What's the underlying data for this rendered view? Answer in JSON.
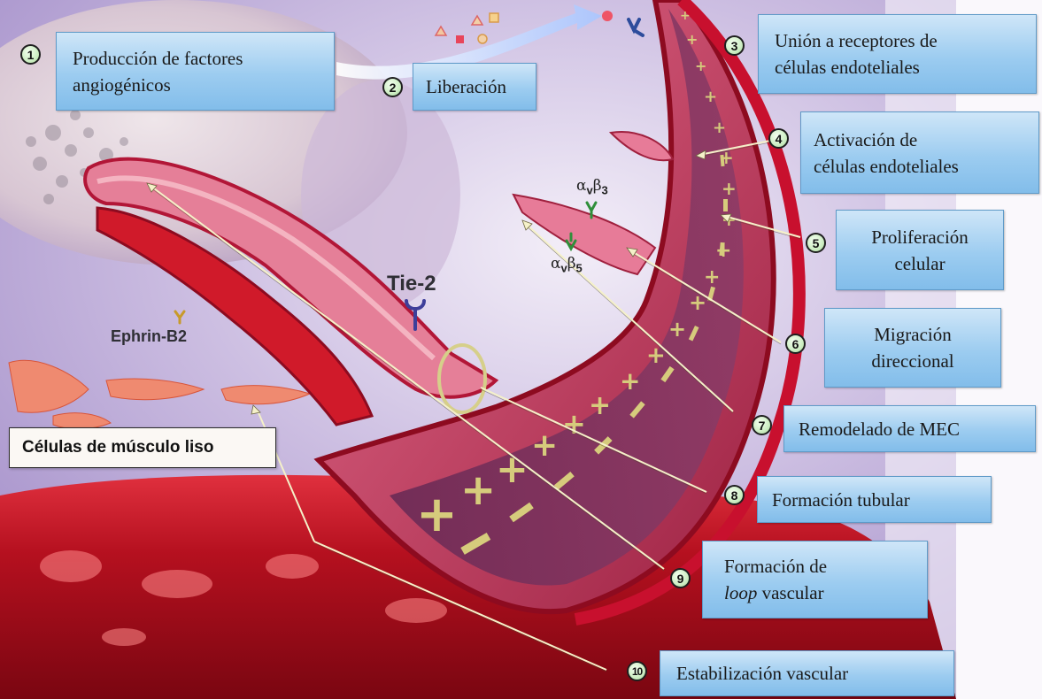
{
  "steps": [
    {
      "num": "1",
      "text": "Producción de factores\nangiogénicos"
    },
    {
      "num": "2",
      "text": "Liberación"
    },
    {
      "num": "3",
      "text": "Unión a receptores de\ncélulas endoteliales"
    },
    {
      "num": "4",
      "text": "Activación de\ncélulas endoteliales"
    },
    {
      "num": "5",
      "text": "Proliferación\ncelular"
    },
    {
      "num": "6",
      "text": "Migración\ndireccional"
    },
    {
      "num": "7",
      "text": "Remodelado de MEC"
    },
    {
      "num": "8",
      "text": "Formación tubular"
    },
    {
      "num": "9",
      "text_line1": "Formación de",
      "text_italic": "loop",
      "text_rest": " vascular"
    },
    {
      "num": "10",
      "text": "Estabilización vascular"
    }
  ],
  "labels": {
    "tie2": "Tie-2",
    "ephrin": "Ephrin-B2",
    "smooth_muscle": "Células de músculo liso",
    "integrin_b3_alpha": "α",
    "integrin_b3_sub_v": "v",
    "integrin_b3_beta": "β",
    "integrin_b3_sub": "3",
    "integrin_b5_alpha": "α",
    "integrin_b5_sub_v": "v",
    "integrin_b5_beta": "β",
    "integrin_b5_sub": "5"
  },
  "colors": {
    "background_purple": "#b7a6d4",
    "vessel_red": "#c8102e",
    "box_blue": "#9cccf0",
    "badge_green": "#cdeec3"
  }
}
